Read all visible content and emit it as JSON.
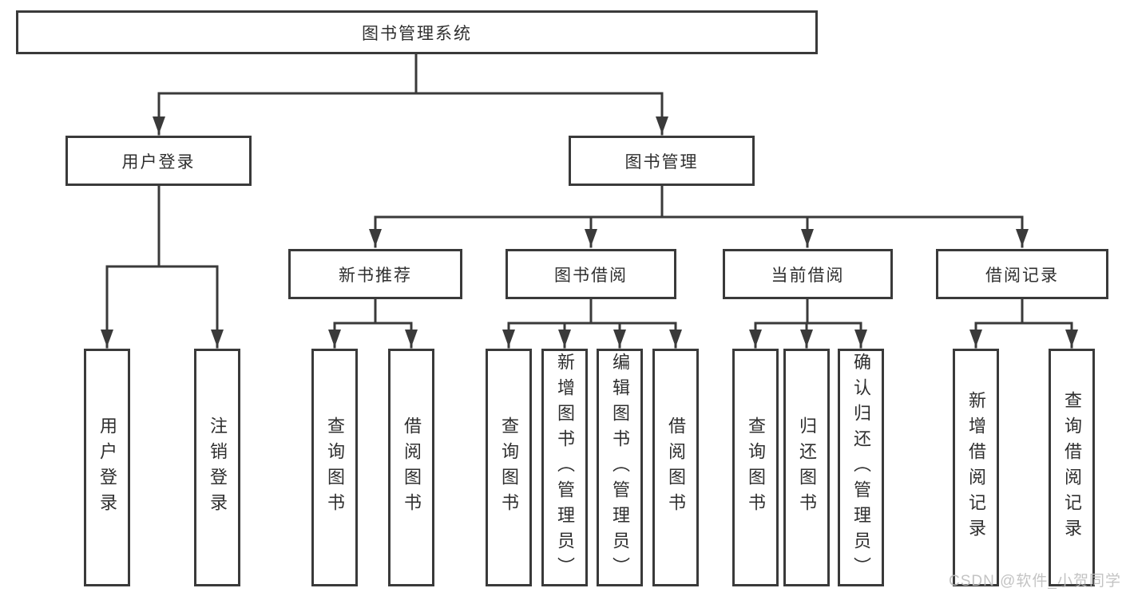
{
  "diagram": {
    "nodes": {
      "root": "图书管理系统",
      "user_login": "用户登录",
      "book_mgmt": "图书管理",
      "new_book_rec": "新书推荐",
      "book_borrow": "图书借阅",
      "current_borrow": "当前借阅",
      "borrow_record": "借阅记录",
      "leaf_user_login": "用户登录",
      "leaf_logout": "注销登录",
      "leaf_nb_query": "查询图书",
      "leaf_nb_borrow": "借阅图书",
      "leaf_bb_query": "查询图书",
      "leaf_bb_add": "新增图书（管理员）",
      "leaf_bb_edit": "编辑图书（管理员）",
      "leaf_bb_borrow": "借阅图书",
      "leaf_cb_query": "查询图书",
      "leaf_cb_return": "归还图书",
      "leaf_cb_confirm": "确认归还（管理员）",
      "leaf_br_add": "新增借阅记录",
      "leaf_br_query": "查询借阅记录"
    },
    "watermark": "CSDN @软件_小贺同学",
    "colors": {
      "line": "#3a3a3a",
      "text": "#2f2f2f",
      "watermark": "#bdbdbd",
      "background": "#ffffff"
    }
  }
}
